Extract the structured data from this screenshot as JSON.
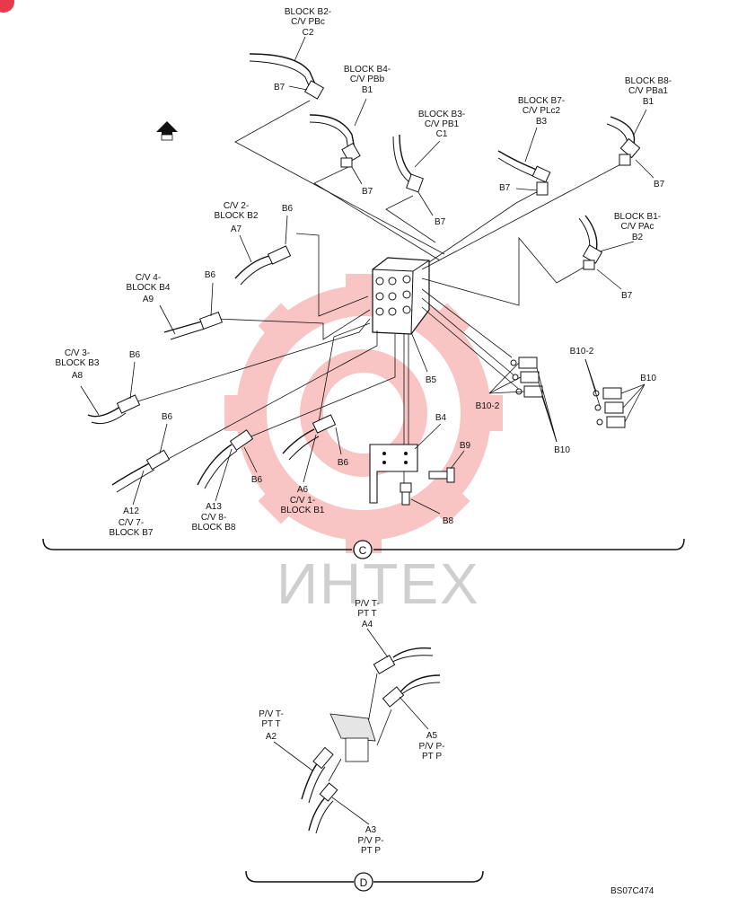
{
  "watermark": {
    "brand_text": "ИНТЕХ"
  },
  "figure_code": "BS07C474",
  "view_c_marker": "C",
  "view_d_marker": "D",
  "labels": {
    "c2_line1": "BLOCK B2-",
    "c2_line2": "C/V PBc",
    "c2_code": "C2",
    "b1a_line1": "BLOCK B4-",
    "b1a_line2": "C/V PBb",
    "b1a_code": "B1",
    "c1_line1": "BLOCK B3-",
    "c1_line2": "C/V PB1",
    "c1_code": "C1",
    "b3_line1": "BLOCK B7-",
    "b3_line2": "C/V PLc2",
    "b3_code": "B3",
    "b1b_line1": "BLOCK B8-",
    "b1b_line2": "C/V PBa1",
    "b1b_code": "B1",
    "b2_line1": "BLOCK B1-",
    "b2_line2": "C/V PAc",
    "b2_code": "B2",
    "a7_line1": "C/V 2-",
    "a7_line2": "BLOCK B2",
    "a7_code": "A7",
    "a9_line1": "C/V 4-",
    "a9_line2": "BLOCK B4",
    "a9_code": "A9",
    "a8_line1": "C/V 3-",
    "a8_line2": "BLOCK B3",
    "a8_code": "A8",
    "a12_code": "A12",
    "a12_line1": "C/V 7-",
    "a12_line2": "BLOCK B7",
    "a13_code": "A13",
    "a13_line1": "C/V 8-",
    "a13_line2": "BLOCK B8",
    "a6_code": "A6",
    "a6_line1": "C/V 1-",
    "a6_line2": "BLOCK B1",
    "b7": "B7",
    "b6": "B6",
    "b5": "B5",
    "b4": "B4",
    "b9": "B9",
    "b8": "B8",
    "b10": "B10",
    "b10_2": "B10-2",
    "a4_line1": "P/V T-",
    "a4_line2": "PT T",
    "a4_code": "A4",
    "a5_code": "A5",
    "a5_line1": "P/V P-",
    "a5_line2": "PT P",
    "a2_line1": "P/V T-",
    "a2_line2": "PT T",
    "a2_code": "A2",
    "a3_code": "A3",
    "a3_line1": "P/V P-",
    "a3_line2": "PT P"
  }
}
